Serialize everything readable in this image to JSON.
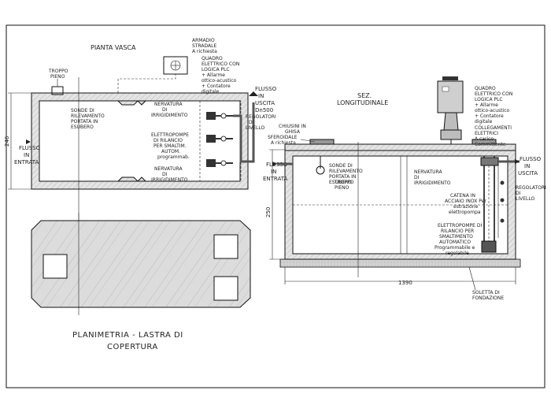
{
  "plan": {
    "title": "PIANTA VASCA",
    "cabinet_label": [
      "ARMADIO",
      "STRADALE",
      "A richiesta"
    ],
    "panel_label": [
      "QUADRO",
      "ELETTRICO CON",
      "LOGICA PLC",
      "+ Allarme",
      "ottico-acustico",
      "+ Contatore",
      "digitale"
    ],
    "overflow_label": [
      "TROPPO",
      "PIENO"
    ],
    "probes_label": [
      "SONDE DI",
      "RILEVAMENTO",
      "PORTATA IN",
      "ESUBERO"
    ],
    "inlet_label": [
      "FLUSSO",
      "IN",
      "ENTRATA"
    ],
    "outlet_label": [
      "FLUSSO",
      "IN",
      "USCITA",
      "Dn500"
    ],
    "rib_top_label": [
      "NERVATURA",
      "DI",
      "IRRIGIDIMENTO"
    ],
    "rib_bottom_label": [
      "NERVATURA",
      "DI",
      "IRRIGIDIMENTO"
    ],
    "pumps_label": [
      "ELETTROPOMPE",
      "DI RILANCIO",
      "PER SMALTIM.",
      "AUTOM.",
      "programmab."
    ],
    "regulators_label": [
      "REGOLATORI",
      "DI",
      "LIVELLO"
    ],
    "dim_width": "246"
  },
  "slab": {
    "title": [
      "PLANIMETRIA - LASTRA DI",
      "COPERTURA"
    ]
  },
  "section": {
    "title": [
      "SEZ.",
      "LONGITUDINALE"
    ],
    "panel_label": [
      "QUADRO",
      "ELETTRICO CON",
      "LOGICA PLC",
      "+ Allarme",
      "ottico-acustico",
      "+ Contatore",
      "digitale"
    ],
    "manifold_label": [
      "COLLEGAMENTI",
      "ELETTRICI",
      "A carico",
      "Committente"
    ],
    "covers_label": [
      "CHIUSINI IN",
      "GHISA",
      "SFEROIDALE",
      "A richiesta"
    ],
    "inlet_label": [
      "FLUSSO",
      "IN",
      "ENTRATA"
    ],
    "outlet_label": [
      "FLUSSO",
      "IN",
      "USCITA"
    ],
    "probes_label": [
      "SONDE DI",
      "RILEVAMENTO",
      "PORTATA IN",
      "ESUBERO"
    ],
    "overflow_label": [
      "TROPPO",
      "PIENO"
    ],
    "rib_label": [
      "NERVATURA",
      "DI",
      "IRRIGIDIMENTO"
    ],
    "chain_label": [
      "CATENA IN",
      "ACCIAIO INOX Per",
      "estrazione",
      "elettropompa"
    ],
    "pumps_label": [
      "ELETTROPOMPE DI",
      "RILANCIO PER",
      "SMALTIMENTO",
      "AUTOMATICO",
      "Programmabile e",
      "regolabile"
    ],
    "regulators_label": [
      "REGOLATORI",
      "DI",
      "LIVELLO"
    ],
    "foundation_label": [
      "SOLETTA DI",
      "FONDAZIONE"
    ],
    "dim_height": "250",
    "dim_length": "1390"
  }
}
